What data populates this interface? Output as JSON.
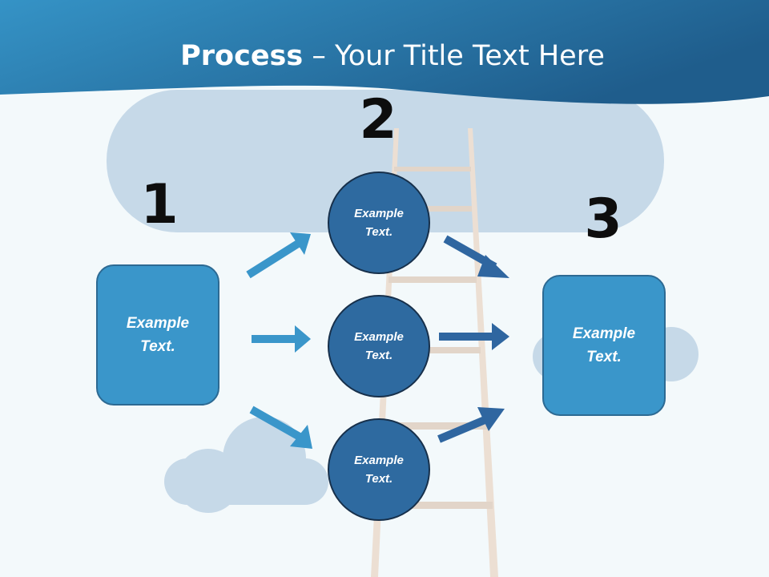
{
  "title": {
    "bold": "Process",
    "rest": " – Your Title Text Here"
  },
  "steps": [
    {
      "number": "1",
      "text": "Example Text."
    },
    {
      "number": "2",
      "items": [
        "Example Text.",
        "Example Text.",
        "Example Text."
      ]
    },
    {
      "number": "3",
      "text": "Example Text."
    }
  ],
  "colors": {
    "header": "#2478ad",
    "box": "#3a96ca",
    "circle": "#2e6aa0",
    "arrow_light": "#3a96ca",
    "arrow_dark": "#2f66a0",
    "cloud": "#c6d9e8",
    "ladder": "#ecdfd3"
  }
}
